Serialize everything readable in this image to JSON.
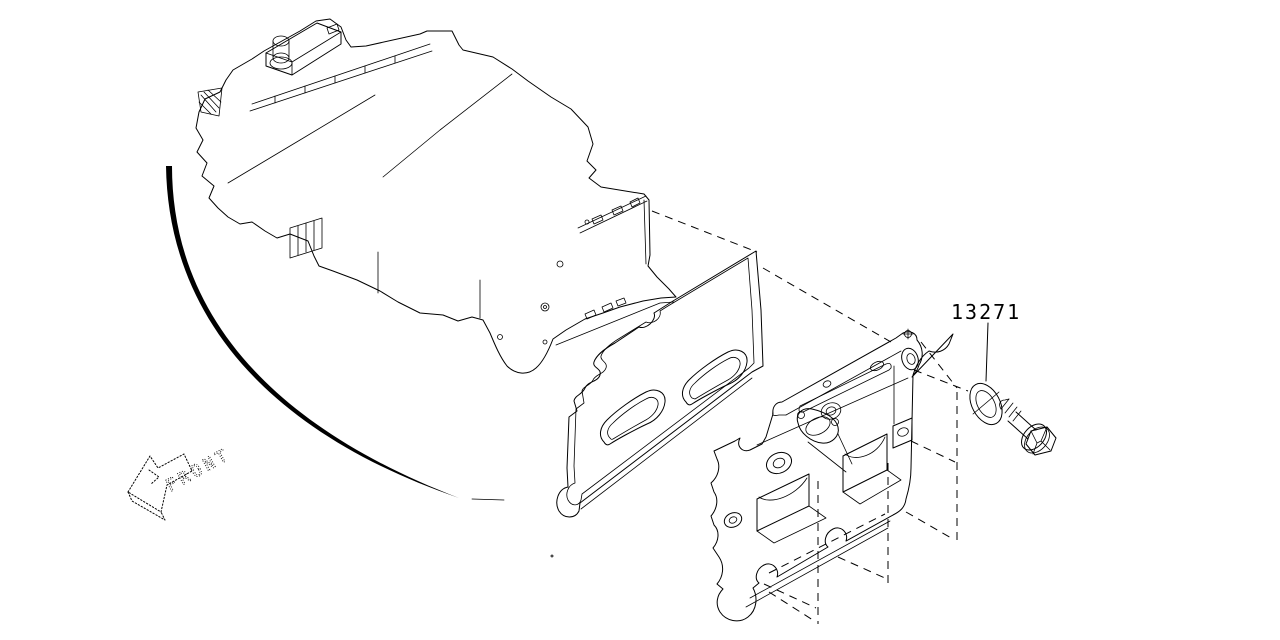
{
  "diagram": {
    "part_number_label": "13271",
    "front_label": "FRONT",
    "line_color": "#000000",
    "background_color": "#ffffff",
    "components": [
      "engine-assembly",
      "valve-cover-gasket",
      "rocker-cover",
      "sealing-washer",
      "flange-bolt"
    ]
  }
}
